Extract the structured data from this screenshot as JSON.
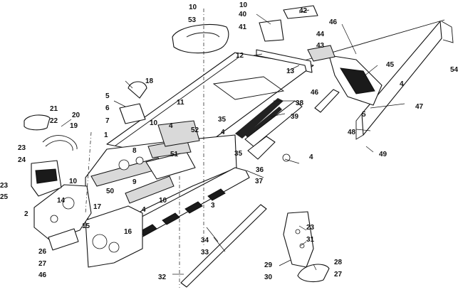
{
  "diagram": {
    "callouts": [
      {
        "id": "c10a",
        "text": "10"
      },
      {
        "id": "c53",
        "text": "53"
      },
      {
        "id": "c10b",
        "text": "10"
      },
      {
        "id": "c40",
        "text": "40"
      },
      {
        "id": "c41",
        "text": "41"
      },
      {
        "id": "c42",
        "text": "42"
      },
      {
        "id": "c46a",
        "text": "46"
      },
      {
        "id": "c44",
        "text": "44"
      },
      {
        "id": "c43",
        "text": "43"
      },
      {
        "id": "c12",
        "text": "12"
      },
      {
        "id": "c13",
        "text": "13"
      },
      {
        "id": "c45",
        "text": "45"
      },
      {
        "id": "c54",
        "text": "54"
      },
      {
        "id": "c18",
        "text": "18"
      },
      {
        "id": "c5a",
        "text": "5"
      },
      {
        "id": "c6",
        "text": "6"
      },
      {
        "id": "c7",
        "text": "7"
      },
      {
        "id": "c11",
        "text": "11"
      },
      {
        "id": "c4a",
        "text": "4"
      },
      {
        "id": "c46b",
        "text": "46"
      },
      {
        "id": "c38",
        "text": "38"
      },
      {
        "id": "c39",
        "text": "39"
      },
      {
        "id": "c47",
        "text": "47"
      },
      {
        "id": "c21",
        "text": "21"
      },
      {
        "id": "c22",
        "text": "22"
      },
      {
        "id": "c20",
        "text": "20"
      },
      {
        "id": "c19",
        "text": "19"
      },
      {
        "id": "c1",
        "text": "1"
      },
      {
        "id": "c10c",
        "text": "10"
      },
      {
        "id": "c4b",
        "text": "4"
      },
      {
        "id": "c52",
        "text": "52"
      },
      {
        "id": "c35a",
        "text": "35"
      },
      {
        "id": "c4c",
        "text": "4"
      },
      {
        "id": "c5b",
        "text": "5"
      },
      {
        "id": "c48",
        "text": "48"
      },
      {
        "id": "c49",
        "text": "49"
      },
      {
        "id": "c23a",
        "text": "23"
      },
      {
        "id": "c24",
        "text": "24"
      },
      {
        "id": "c8",
        "text": "8"
      },
      {
        "id": "c51",
        "text": "51"
      },
      {
        "id": "c35b",
        "text": "35"
      },
      {
        "id": "c4d",
        "text": "4"
      },
      {
        "id": "c36",
        "text": "36"
      },
      {
        "id": "c9",
        "text": "9"
      },
      {
        "id": "c10d",
        "text": "10"
      },
      {
        "id": "c37",
        "text": "37"
      },
      {
        "id": "c23b",
        "text": "23"
      },
      {
        "id": "c25",
        "text": "25"
      },
      {
        "id": "c50",
        "text": "50"
      },
      {
        "id": "c14",
        "text": "14"
      },
      {
        "id": "c10e",
        "text": "10"
      },
      {
        "id": "c4e",
        "text": "4"
      },
      {
        "id": "c3",
        "text": "3"
      },
      {
        "id": "c17",
        "text": "17"
      },
      {
        "id": "c2",
        "text": "2"
      },
      {
        "id": "c15",
        "text": "15"
      },
      {
        "id": "c16",
        "text": "16"
      },
      {
        "id": "c34",
        "text": "34"
      },
      {
        "id": "c23c",
        "text": "23"
      },
      {
        "id": "c31",
        "text": "31"
      },
      {
        "id": "c33",
        "text": "33"
      },
      {
        "id": "c26",
        "text": "26"
      },
      {
        "id": "c27a",
        "text": "27"
      },
      {
        "id": "c46c",
        "text": "46"
      },
      {
        "id": "c29",
        "text": "29"
      },
      {
        "id": "c28",
        "text": "28"
      },
      {
        "id": "c30",
        "text": "30"
      },
      {
        "id": "c32",
        "text": "32"
      },
      {
        "id": "c27b",
        "text": "27"
      }
    ]
  }
}
